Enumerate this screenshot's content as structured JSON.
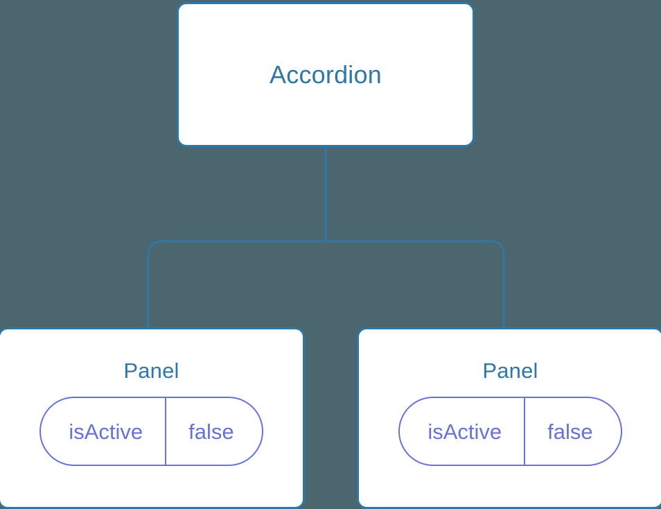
{
  "diagram": {
    "type": "component-tree",
    "background_color": "#4c6670",
    "node_border_color": "#2e77a6",
    "node_fill_color": "#ffffff",
    "node_text_color": "#2e77a6",
    "connector_color": "#2e77a6",
    "prop_pill_color": "#6672da",
    "root": {
      "label": "Accordion"
    },
    "children": [
      {
        "label": "Panel",
        "props": [
          {
            "key": "isActive",
            "value": "false"
          }
        ]
      },
      {
        "label": "Panel",
        "props": [
          {
            "key": "isActive",
            "value": "false"
          }
        ]
      }
    ]
  }
}
